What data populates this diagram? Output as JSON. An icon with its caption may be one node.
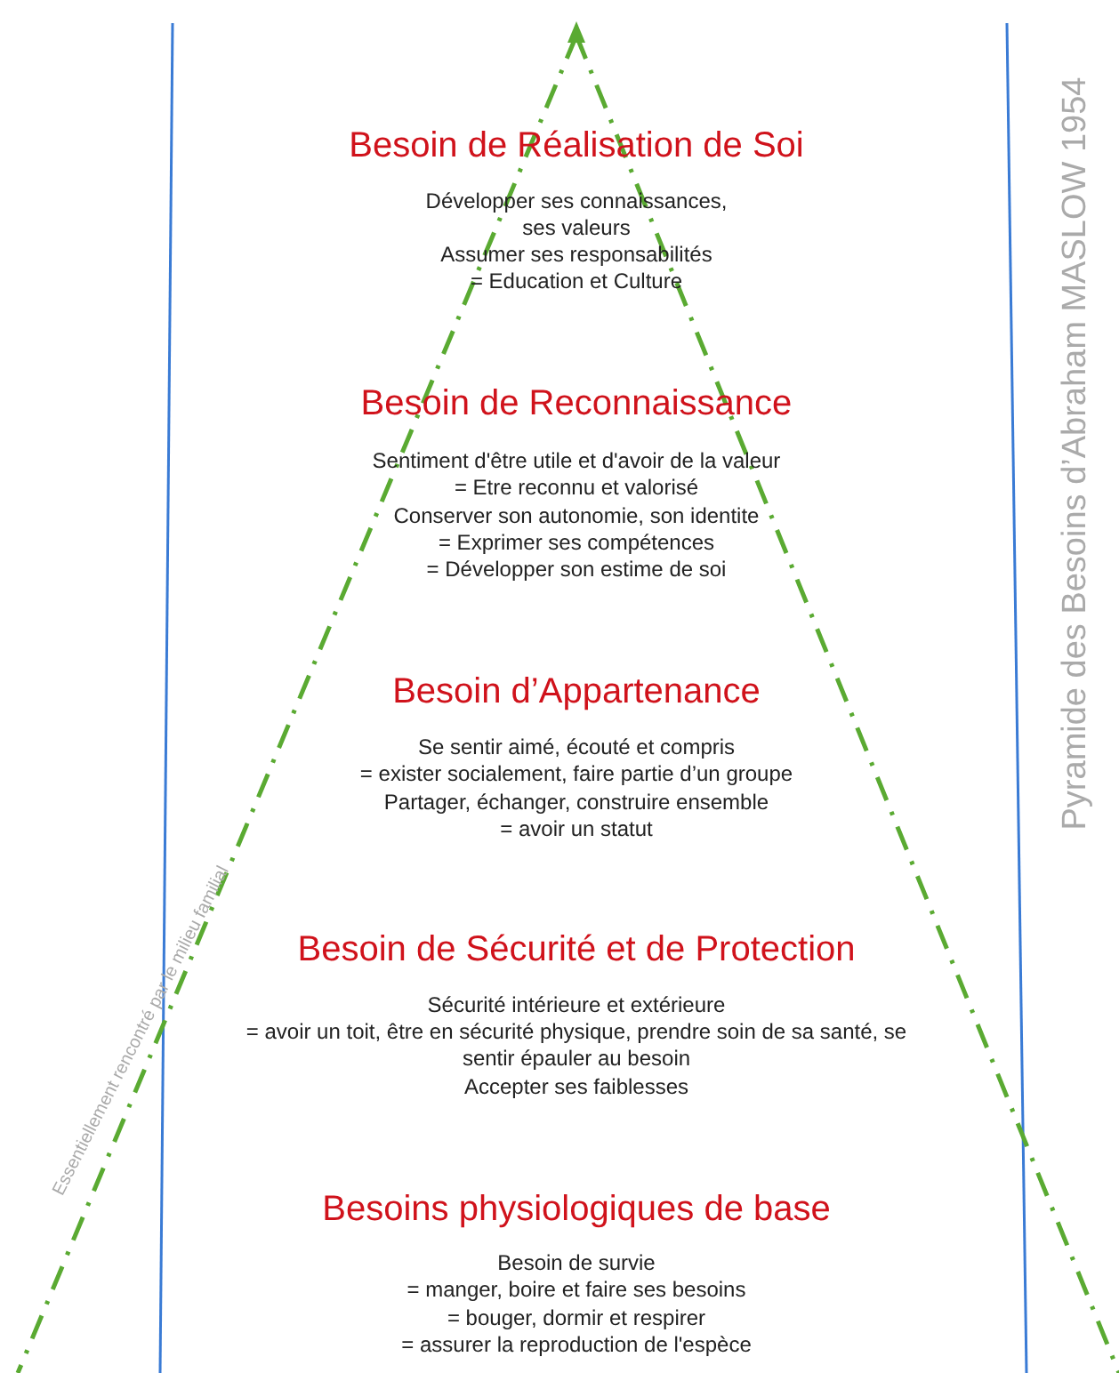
{
  "diagram": {
    "title": "Pyramide des Besoins d’Abraham MASLOW 1954",
    "labels": [
      "Besoin de Réalisation de Soi",
      "Développer ses connaissances, ses valeurs",
      "Assumer ses responsabilités",
      "= Education et Culture",
      "Besoin de Reconnaissance",
      "Sentiment d'être utile et d'avoir de la valeur",
      "= Etre reconnu et valorisé",
      "Conserver son autonomie, son identite",
      "= Exprimer ses compétences",
      "= Développer son estime de soi",
      "Besoin d’Appartenance",
      "Se sentir aimé, écouté et compris",
      "= exister socialement, faire partie d’un groupe",
      "Partager, échanger, construire ensemble",
      "= avoir un statut",
      "Besoin de Sécurité et de Protection",
      "Sécurité intérieure et extérieure",
      "= avoir un toit, être en sécurité physique, prendre soin de sa santé, se sentir épauler au besoin",
      "Accepter ses faiblesses",
      "Besoins physiologiques de base",
      "Besoin de survie",
      "= manger, boire et faire ses besoins",
      "= bouger, dormir et respirer",
      "= assurer la reproduction de l'espèce",
      "Essentiellement rencontré par le milieu familial"
    ]
  }
}
